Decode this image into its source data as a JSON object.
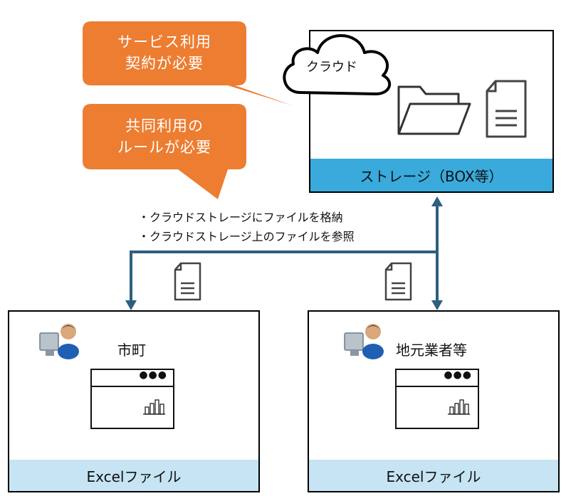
{
  "cloud_label": "クラウド",
  "storage_label": "ストレージ（BOX等）",
  "bubbles": {
    "service_contract": [
      "サービス利用",
      "契約が必要"
    ],
    "shared_rules": [
      "共同利用の",
      "ルールが必要"
    ]
  },
  "notes": [
    "・クラウドストレージにファイルを格納",
    "・クラウドストレージ上のファイルを参照"
  ],
  "clients": [
    {
      "name": "市町",
      "file_label": "Excelファイル"
    },
    {
      "name": "地元業者等",
      "file_label": "Excelファイル"
    }
  ],
  "colors": {
    "bubble": "#ed7d31",
    "storage_band": "#3aaadc",
    "file_band": "#c6e4f3",
    "arrow": "#2d5f7e"
  },
  "icons": [
    "cloud-icon",
    "folder-icon",
    "document-icon",
    "user-pc-icon",
    "window-icon",
    "bar-chart-icon"
  ]
}
